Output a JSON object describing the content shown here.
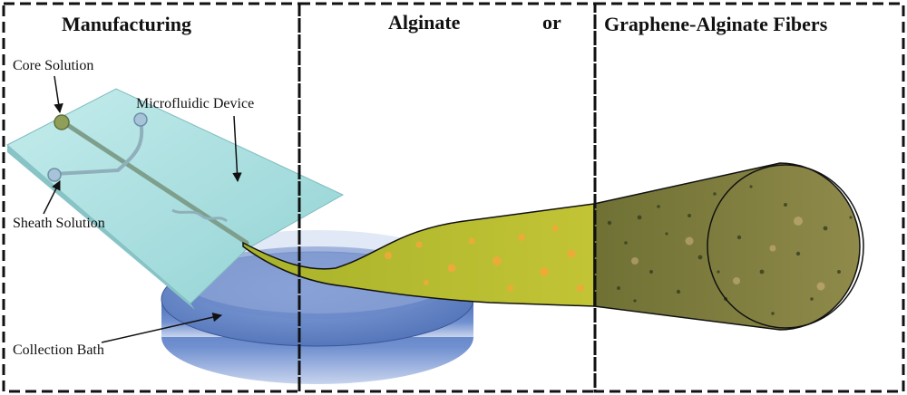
{
  "titles": {
    "manufacturing": "Manufacturing",
    "alginate": "Alginate",
    "or": "or",
    "graphene_alginate": "Graphene-Alginate  Fibers"
  },
  "callouts": {
    "core_solution": "Core Solution",
    "microfluidic_device": "Microfluidic  Device",
    "sheath_solution": "Sheath  Solution",
    "collection_bath": "Collection  Bath"
  },
  "colors": {
    "chip_fill": "#a9dfe0",
    "bath_fill": "#5b7fc3",
    "alginate_fiber": "#b9bc2a",
    "alginate_spots": "#f1a93a",
    "graphene_fiber": "#7d7a3a",
    "graphene_specks": "#2f3a1c",
    "border": "#111111"
  }
}
